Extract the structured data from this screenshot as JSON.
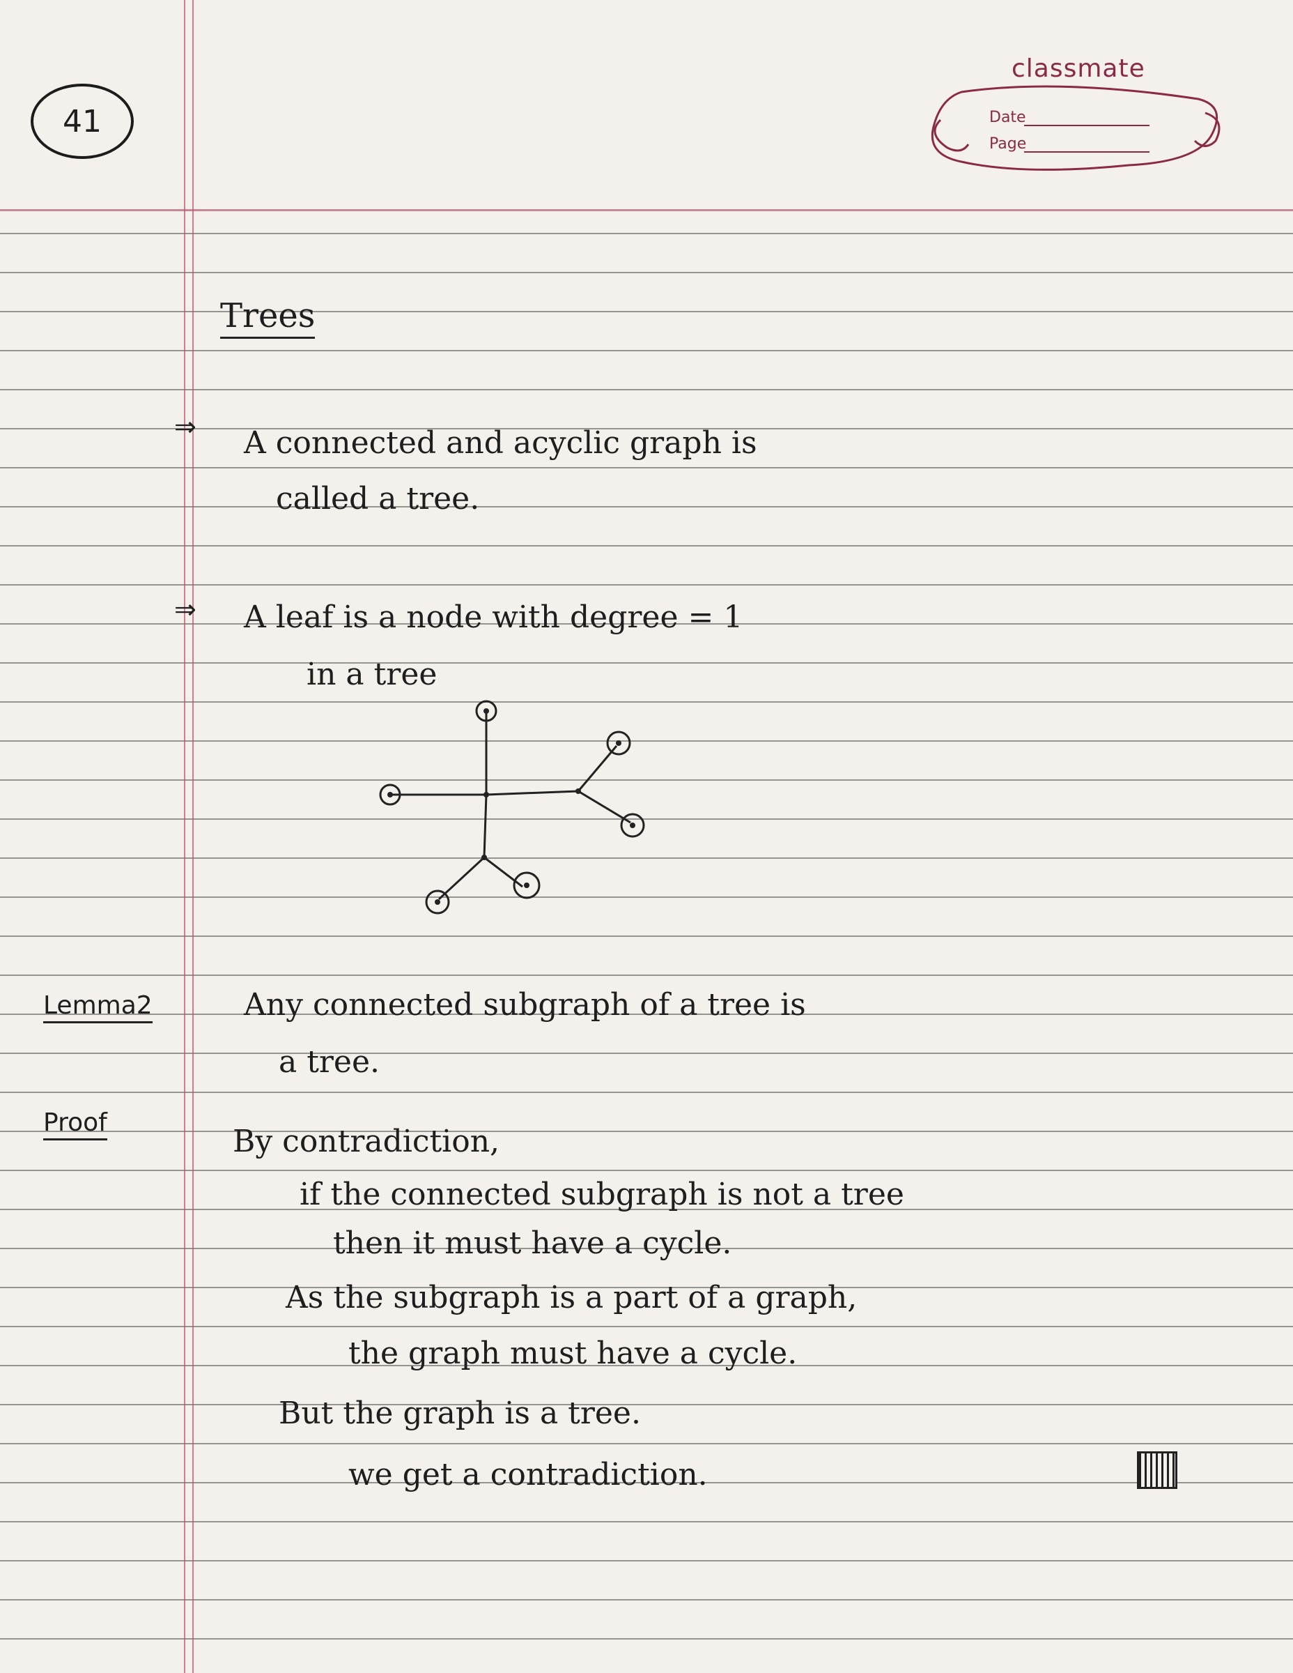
{
  "header": {
    "page_number": "41",
    "brand": "classmate",
    "date_label": "Date",
    "page_label": "Page"
  },
  "notes": {
    "heading": "Trees",
    "def1_line1": "A connected and acyclic graph is",
    "def1_line2": "called a tree.",
    "def2_line1": "A leaf is a node with degree = 1",
    "def2_line2": "in a tree",
    "lemma_label": "Lemma2",
    "lemma_line1": "Any connected subgraph of a tree is",
    "lemma_line2": "a tree.",
    "proof_label": "Proof",
    "proof_lines": [
      "By contradiction,",
      "if the connected subgraph is not a tree",
      "then it must have a cycle.",
      "As the subgraph is a part of a graph,",
      "the graph must have a cycle.",
      "But the graph is a tree.",
      "we get a contradiction."
    ]
  },
  "colors": {
    "ink": "#1e1e1e",
    "brand": "#8a2a47",
    "margin": "#c8566a",
    "paper": "#f4f1ec"
  },
  "icons": {
    "arrow": "double-arrow-icon",
    "qed": "qed-box-icon"
  }
}
